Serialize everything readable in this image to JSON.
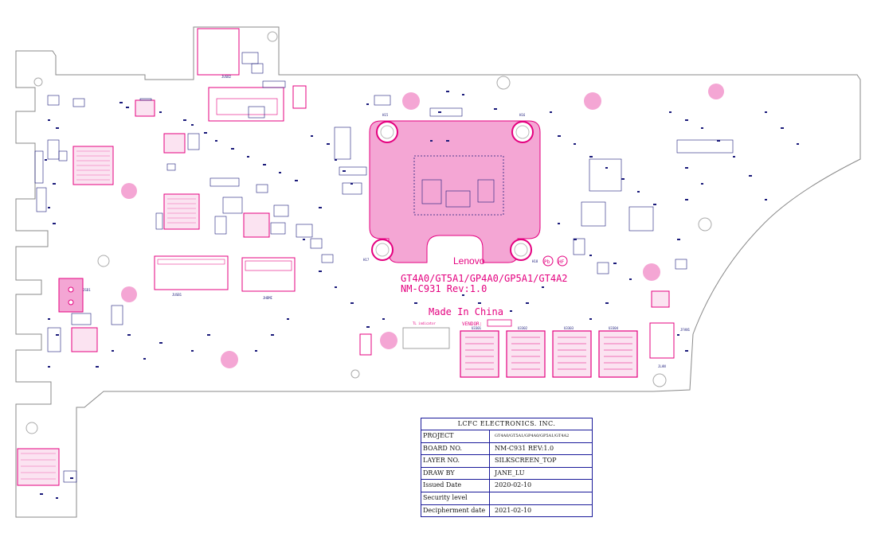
{
  "board": {
    "model_line": "GT4A0/GT5A1/GP4A0/GP5A1/GT4A2",
    "board_rev": "NM-C931 Rev:1.0",
    "brand": "Lenovo",
    "made_in": "Made In China",
    "vendor_label": "VENDOR:",
    "led_label": "TL indicator",
    "colors": {
      "copper": "#e4007f",
      "copper_fill": "#f4a6d4",
      "component": "#1a1a7a",
      "outline": "#8a8a8a"
    },
    "labels": {
      "H15": "H15",
      "H16": "H16",
      "H17": "H17",
      "H18": "H18",
      "JUSB2": "JUSB2",
      "JUSB1": "JUSB1",
      "JDIMM": "JHDMI",
      "JSD": "JSD1",
      "U3301": "U3301",
      "U3302": "U3302",
      "U3303": "U3303",
      "U3304": "U3304",
      "JLAN": "JLAN",
      "JFAN": "JFAN1"
    }
  },
  "title_block": {
    "company": "LCFC ELECTRONICS. INC.",
    "rows": [
      {
        "label": "PROJECT",
        "value": "GT4A0/GT5A1/GP4A0/GP5A1/GT4A2",
        "small": true
      },
      {
        "label": "BOARD NO.",
        "value": "NM-C931 REV:1.0"
      },
      {
        "label": "LAYER NO.",
        "value": "SILKSCREEN_TOP"
      },
      {
        "label": "DRAW BY",
        "value": "JANE_LU"
      },
      {
        "label": "Issued Date",
        "value": "2020-02-10"
      },
      {
        "label": "Security level",
        "value": ""
      },
      {
        "label": "Decipherment date",
        "value": "2021-02-10"
      }
    ]
  }
}
